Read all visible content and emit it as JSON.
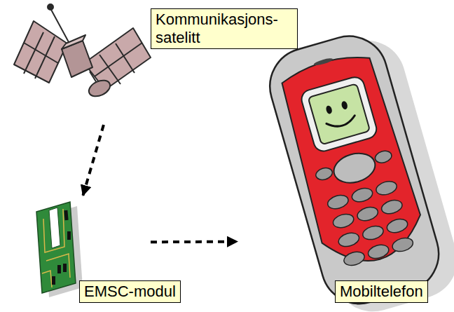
{
  "diagram": {
    "nodes": [
      {
        "text": [
          "Kommunikasjons- satelitt"
        ]
      },
      {
        "text": [
          "EMSC-modul"
        ]
      },
      {
        "text": [
          "Mobiltelefon"
        ]
      }
    ],
    "edges": [
      {
        "from": 0,
        "to": 1,
        "arrow": "to"
      },
      {
        "from": 1,
        "to": 2,
        "arrow": "to"
      }
    ]
  }
}
